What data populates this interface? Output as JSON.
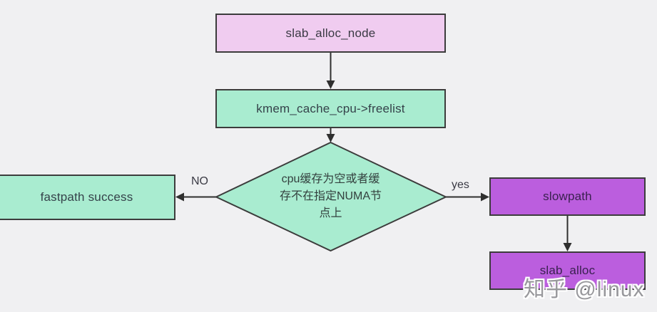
{
  "palette": {
    "background": "#f0f0f2",
    "border": "#3c3c3c",
    "arrow": "#2f2f2f",
    "pink_fill": "#f0ccf0",
    "mint_fill": "#a9ecd0",
    "purple_fill": "#bb5ede",
    "watermark_gray": "#98989c"
  },
  "nodes": {
    "slab_alloc_node": {
      "label": "slab_alloc_node",
      "fill": "#f0ccf0"
    },
    "freelist": {
      "label": "kmem_cache_cpu->freelist",
      "fill": "#a9ecd0"
    },
    "decision": {
      "fill": "#a9ecd0",
      "lines": [
        "cpu缓存为空或者缓",
        "存不在指定NUMA节",
        "点上"
      ],
      "full_text": "cpu缓存为空或者缓存不在指定NUMA节点上"
    },
    "fastpath": {
      "label": "fastpath success",
      "fill": "#a9ecd0"
    },
    "slowpath": {
      "label": "slowpath",
      "fill": "#bb5ede"
    },
    "slab_alloc": {
      "label": "slab_alloc",
      "fill": "#bb5ede"
    }
  },
  "edges": {
    "no_label": "NO",
    "yes_label": "yes"
  },
  "watermark": {
    "text": "知乎 @linux"
  }
}
